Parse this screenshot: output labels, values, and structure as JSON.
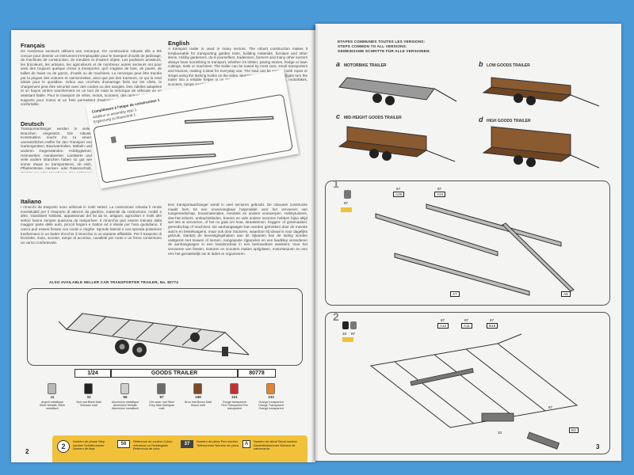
{
  "left_page": {
    "francais": {
      "title": "Français",
      "text": "De nombreux secteurs utilisent une remorque. De construction robuste elle a été conçue pour devenir un instrument irremplaçable pour le transport d'outils de jardinage, de machines de construction, de meubles et d'autres objets. Les jardiniers amateurs, les bricoleurs, les artisans, les agriculteurs et de nombreux autres secteurs ont pour ainsi dire toujours quelque chose à transporter, qu'il s'agisse de bois, de pavés, de tailles de haies ou de gazon, d'outils ou de machines. La remorque peut être tractée par la plupart des voitures et camionnettes, ainsi que par des tracteurs, ce qui la rend idéale pour le quotidien. Grâce aux crochets d'amarrage fixés sur les côtés, le chargement peut être sécurisé avec des cordes ou des sangles. Des ridelles adaptées et un hayon arrière transforment en un tour de main la remorque de véhicule en un assistant fiable. Pour le transport de vélos, motos, scooters, des rampes d'accès, des supports pour motos et un frein permettent d'optimiser le chargement de manière confortable."
    },
    "english": {
      "title": "English",
      "text": "A transport trailer is used in many sectors. The robust construction makes it irreplaceable for transporting garden tools, building materials, furniture and other items. Hobby gardeners, do-it-yourselfers, tradesmen, farmers and many other sectors always have something to transport, whether it's timber, paving stones, hedge or lawn cuttings, tools or machines. The trailer can be towed by most cars, small transporters and tractors, making it ideal for everyday use. The load can be secured with ropes or straps using the lashing hooks on the sides. Matching side walls and a tailgate turn the trailer into a reliable helper in no time at all. For transporting bicycles, motorbikes, scooters, ramps and bike racks as well as a brake..."
    },
    "deutsch": {
      "title": "Deutsch",
      "text": "Transportanhänger werden in vielen Branchen eingesetzt. Die robuste Konstruktion macht ihn zu einem unersetzlichen Helfer für den Transport von Gartengeräten, Baumaterialien, Möbeln und anderen Gegenständen. Hobbygärtner, Heimwerker, Handwerker, Landwirte und viele andere Branchen haben so gut wie immer etwas zu transportieren, ob Holz, Pflastersteine, Hecken- oder Rasenschnitt, Werkzeuge oder Maschinen. Der Anhänger kann von den meisten PKW..."
    },
    "italiano": {
      "title": "Italiano",
      "text": "I rimorchi da trasporto sono utilizzati in molti settori. La costruzione robusta li rende insostituibili per il trasporto di attrezzi da giardino, materiali da costruzione, mobili e altro. Giardinieri hobbisti, appassionati del fai da te, artigiani, agricoltori e molti altri settori hanno sempre qualcosa da trasportare. Il rimorchio può essere trainato dalla maggior parte delle auto, piccoli furgoni e trattori ed è ideale per l'uso quotidiano. Il carico può essere fissato con corde o cinghie. Sponde laterali e una sponda posteriore trasformano in un batter d'occhio il rimorchio in un aiutante affidabile. Per il trasporto di biciclette, moto, scooter, rampe di accesso, cavalletti per moto e un freno consentono un carico confortevole."
    },
    "nederlands": {
      "text": "Een transportaanhanger wordt in veel sectoren gebruikt. De robuuste constructie maakt hem tot een onvervangbaar hulpmiddel voor het vervoeren van tuingereedschap, bouwmaterialen, meubels en andere voorwerpen. Hobbytuiniers, doe-het-zelvers, ambachtslieden, boeren en vele andere sectoren hebben bijna altijd wel iets te vervoeren, of het nu gaat om hout, straatstenen, heggen- of grasmaaisel, gereedschap of machines. De aanhangwagen kan worden getrokken door de meeste auto's en bestelwagens, maar ook door tractoren, waardoor hij ideaal is voor dagelijks gebruik. Dankzij de bevestigingshaken aan de zijkanten kan de lading worden vastgezet met touwen of riemen. Aangepaste zijpanelen en een laadklep veranderen de aanhangwagen in een handomdraai in een betrouwbare assistent. Voor het vervoeren van fietsen, motoren en scooters maken oprijplaten, motorsteunen en een rem het gemakkelijk om te laden te organiseren."
    },
    "insert": {
      "line1": "Complément à l'étape de construction 1",
      "line2": "Addition to assembly step 1",
      "line3": "Ergänzung zu Bauschritt 1"
    },
    "also_available": "ALSO AVAILABLE HELLER CAR TRANSPORTER TRAILER, No. 80774",
    "banner": {
      "scale": "1/24",
      "name": "GOODS TRAILER",
      "number": "80778"
    },
    "paints": [
      {
        "num": "11",
        "label": "Argent métallique Silver Metallic Silber metallisch",
        "color": "#b8b8b8"
      },
      {
        "num": "33",
        "label": "Noir mat Black Matt Schwarz matt",
        "color": "#222222"
      },
      {
        "num": "56",
        "label": "Aluminium métallique Aluminium Metallic Aluminium metallisch",
        "color": "#cfcfcf"
      },
      {
        "num": "87",
        "label": "Gris acier mat Steel Grey Matt Stahlgrau matt",
        "color": "#6c6c6c"
      },
      {
        "num": "186",
        "label": "Brun mat Brown Matt Braun matt",
        "color": "#7a4a2a"
      },
      {
        "num": "321",
        "label": "Rouge transparent Red Transparent Rot transparent",
        "color": "#c83030"
      },
      {
        "num": "333",
        "label": "Orange transparent Orange Transparent Orange transparent",
        "color": "#e6862c"
      }
    ],
    "legend": {
      "step": {
        "badge": "2",
        "text": "Numéro de phase Step number Schrittnummer Numero de fase"
      },
      "colour": {
        "badge": "56",
        "text": "Référence de couleur Colour reference no Farbangabe Referencia de color"
      },
      "part": {
        "badge": "37",
        "text": "Numéro de pièce Part number Teilenummer Número de pieza"
      },
      "decal": {
        "badge": "A",
        "text": "Numéro de décal Decal number Abziehbildnummer Número de calcomanía"
      }
    },
    "page_number": "2"
  },
  "right_page": {
    "header": {
      "line1": "ETAPES COMMUNES TOUTES LES VERSIONS:",
      "line2": "STEPS COMMON TO ALL VERSIONS:",
      "line3": "GEMEINSAME SCHRITTE FÜR ALLE VERSIONEN:"
    },
    "versions": [
      {
        "letter": "a",
        "label": "MOTORBIKE TRAILER"
      },
      {
        "letter": "b",
        "label": "LOW GOODS TRAILER"
      },
      {
        "letter": "c",
        "label": "MID-HEIGHT GOODS TRAILER"
      },
      {
        "letter": "d",
        "label": "HIGH GOODS TRAILER"
      }
    ],
    "step1": {
      "number": "1",
      "paint": "87",
      "parts": [
        "A26",
        "A24"
      ],
      "bottom_parts": [
        "A7",
        "A8"
      ],
      "paint_refs": [
        "87",
        "87"
      ]
    },
    "step2": {
      "number": "2",
      "paints": [
        "33",
        "87"
      ],
      "parts": [
        "A12",
        "A11",
        "B19"
      ],
      "paint_refs": [
        "87",
        "87",
        "87"
      ],
      "bottom_ref": "33",
      "bottom_part": "B3",
      "side_ref": "87"
    },
    "page_number": "3"
  },
  "colors": {
    "background": "#4b9ad8",
    "paper": "#f4f4f2",
    "legend_yellow": "#f2c13a",
    "trailer_brown": "#8a5a30"
  }
}
